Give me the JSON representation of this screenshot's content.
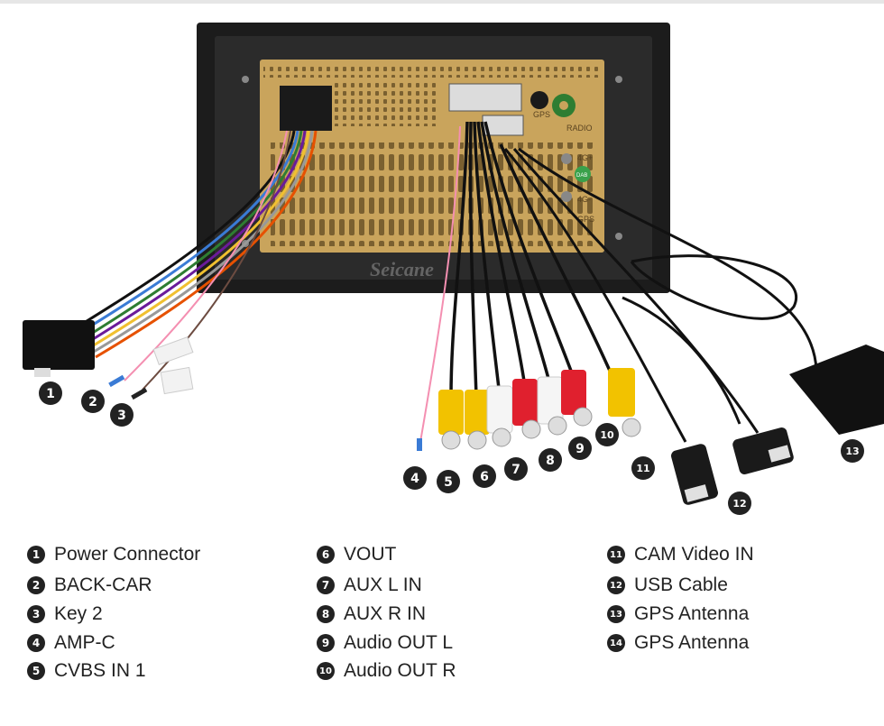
{
  "watermark": "Seicane",
  "unit_labels": {
    "gps": "GPS",
    "radio": "RADIO",
    "port_4g_a": "4G+",
    "port_4g_b": "4G-",
    "gps_bottom": "GPS",
    "green_badge": "DAB"
  },
  "callouts": [
    "1",
    "2",
    "3",
    "4",
    "5",
    "6",
    "7",
    "8",
    "9",
    "10",
    "11",
    "12",
    "13"
  ],
  "legend": [
    {
      "num": "1",
      "label": "Power Connector"
    },
    {
      "num": "2",
      "label": "BACK-CAR"
    },
    {
      "num": "3",
      "label": "Key 2"
    },
    {
      "num": "4",
      "label": "AMP-C"
    },
    {
      "num": "5",
      "label": "CVBS IN 1"
    },
    {
      "num": "6",
      "label": "VOUT"
    },
    {
      "num": "7",
      "label": "AUX L IN"
    },
    {
      "num": "8",
      "label": "AUX R IN"
    },
    {
      "num": "9",
      "label": "Audio OUT L"
    },
    {
      "num": "10",
      "label": "Audio OUT R"
    },
    {
      "num": "11",
      "label": "CAM Video IN"
    },
    {
      "num": "12",
      "label": "USB Cable"
    },
    {
      "num": "13",
      "label": "GPS Antenna"
    },
    {
      "num": "14",
      "label": "GPS Antenna"
    }
  ]
}
